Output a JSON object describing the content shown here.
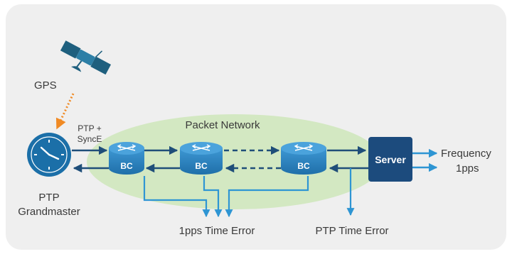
{
  "gps": {
    "label": "GPS"
  },
  "grandmaster": {
    "label_line1": "PTP",
    "label_line2": "Grandmaster"
  },
  "link_label": {
    "line1": "PTP +",
    "line2": "SyncE"
  },
  "network": {
    "label": "Packet Network"
  },
  "boundary_clocks": [
    {
      "label": "BC"
    },
    {
      "label": "BC"
    },
    {
      "label": "BC"
    }
  ],
  "server": {
    "label": "Server"
  },
  "outputs": {
    "frequency": "Frequency",
    "pps": "1pps"
  },
  "measurements": {
    "pps_time_error": "1pps Time Error",
    "ptp_time_error": "PTP Time Error"
  },
  "colors": {
    "panel": "#efefef",
    "network_fill": "#d3e8c2",
    "navy": "#1f4e79",
    "clock_blue": "#1b6fa8",
    "bc_blue": "#2f86c3",
    "server_navy": "#1c4b7d",
    "measure_blue": "#2e95d3",
    "gps_orange": "#f08a24"
  }
}
